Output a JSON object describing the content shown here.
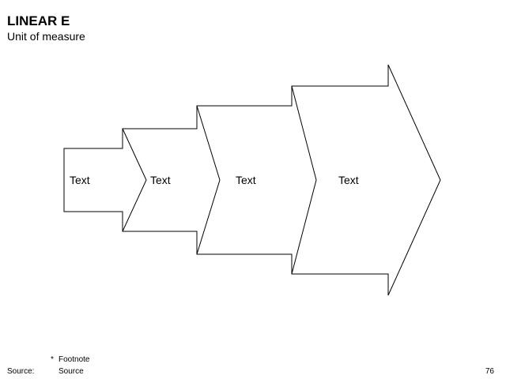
{
  "header": {
    "title": "LINEAR E",
    "subtitle": "Unit of measure"
  },
  "diagram": {
    "type": "growing-arrow-chevrons",
    "stroke_color": "#000000",
    "fill_color": "#ffffff",
    "steps": [
      {
        "label": "Text"
      },
      {
        "label": "Text"
      },
      {
        "label": "Text"
      },
      {
        "label": "Text"
      }
    ]
  },
  "footer": {
    "footnote_mark": "*",
    "footnote": "Footnote",
    "source_label": "Source:",
    "source": "Source",
    "page_number": "76"
  }
}
